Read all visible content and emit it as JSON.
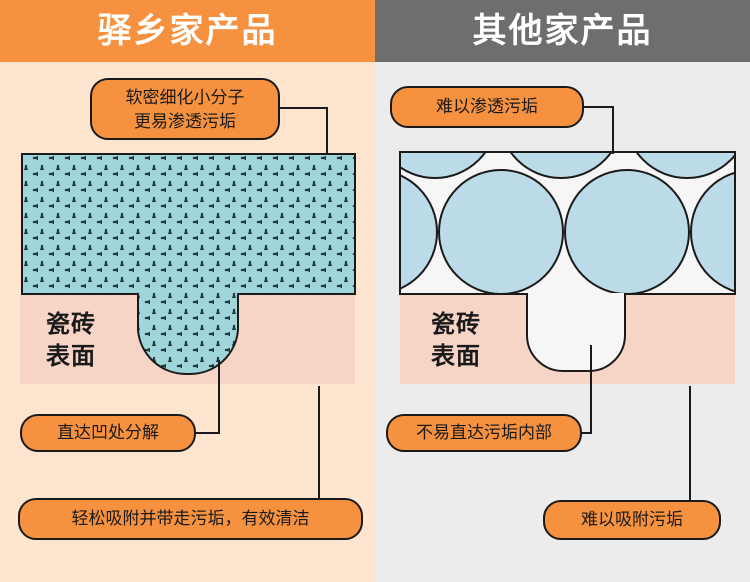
{
  "left": {
    "title": "驿乡家产品",
    "callout_top_line1": "软密细化小分子",
    "callout_top_line2": "更易渗透污垢",
    "tile_label_line1": "瓷砖",
    "tile_label_line2": "表面",
    "callout_middle": "直达凹处分解",
    "callout_bottom": "轻松吸附并带走污垢，有效清洁"
  },
  "right": {
    "title": "其他家产品",
    "callout_top": "难以渗透污垢",
    "tile_label_line1": "瓷砖",
    "tile_label_line2": "表面",
    "callout_middle": "不易直达污垢内部",
    "callout_bottom": "难以吸附污垢"
  },
  "colors": {
    "left_header": "#f5913f",
    "right_header": "#6e6e6e",
    "callout_fill": "#f5913f",
    "tile": "#f6d5c6",
    "molecule": "#9ed6dc",
    "large_molecule": "#bcdbe8"
  }
}
